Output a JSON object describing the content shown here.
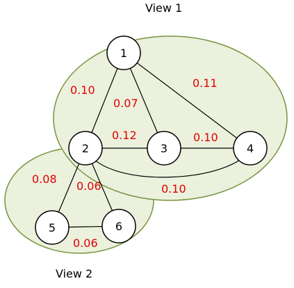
{
  "views": [
    {
      "id": "view1",
      "label": "View 1",
      "fill": "#ebf1dd",
      "stroke": "#77933c"
    },
    {
      "id": "view2",
      "label": "View 2",
      "fill": "#ebf1dd",
      "stroke": "#77933c"
    }
  ],
  "nodes": [
    {
      "id": "1",
      "label": "1"
    },
    {
      "id": "2",
      "label": "2"
    },
    {
      "id": "3",
      "label": "3"
    },
    {
      "id": "4",
      "label": "4"
    },
    {
      "id": "5",
      "label": "5"
    },
    {
      "id": "6",
      "label": "6"
    }
  ],
  "edges": [
    {
      "id": "e12",
      "from": "1",
      "to": "2",
      "weight": "0.10"
    },
    {
      "id": "e13",
      "from": "1",
      "to": "3",
      "weight": "0.07"
    },
    {
      "id": "e14",
      "from": "1",
      "to": "4",
      "weight": "0.11"
    },
    {
      "id": "e23",
      "from": "2",
      "to": "3",
      "weight": "0.12"
    },
    {
      "id": "e34",
      "from": "3",
      "to": "4",
      "weight": "0.10"
    },
    {
      "id": "e24",
      "from": "2",
      "to": "4",
      "weight": "0.10"
    },
    {
      "id": "e25",
      "from": "2",
      "to": "5",
      "weight": "0.08"
    },
    {
      "id": "e26",
      "from": "2",
      "to": "6",
      "weight": "0.06"
    },
    {
      "id": "e56",
      "from": "5",
      "to": "6",
      "weight": "0.06"
    }
  ],
  "colors": {
    "node_fill": "#ffffff",
    "node_stroke": "#000000",
    "edge": "#000000",
    "weight_text": "#e00000"
  }
}
